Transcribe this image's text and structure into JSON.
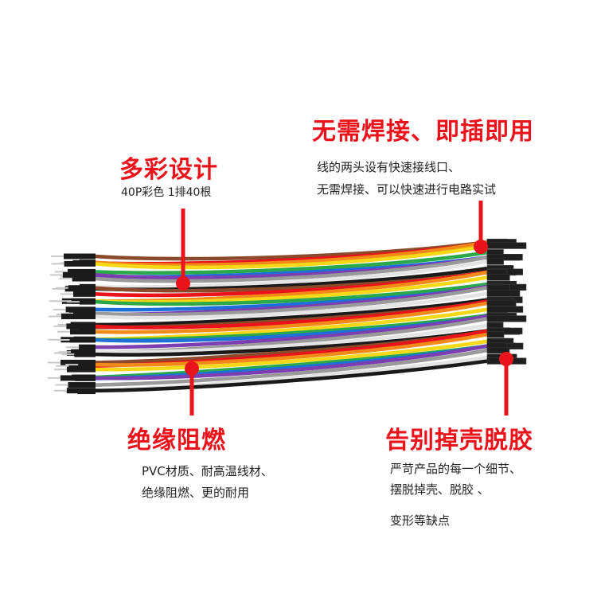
{
  "callouts": {
    "colorful": {
      "title": "多彩设计",
      "desc": "40P彩色 1排40根"
    },
    "no_solder": {
      "title": "无需焊接、即插即用",
      "desc_lines": [
        "线的两头设有快速接线口、",
        "无需焊接、可以快速进行电路实试"
      ]
    },
    "insulation": {
      "title": "绝缘阻燃",
      "desc_lines": [
        "PVC材质、耐高温线材、",
        "绝缘阻燃、更的耐用"
      ]
    },
    "no_shell_drop": {
      "title": "告别掉壳脱胶",
      "desc_lines": [
        "严苛产品的每一个细节、",
        "摆脱掉壳、脱胶 、",
        "变形等缺点"
      ]
    }
  },
  "colors": {
    "accent_red": "#e8131b",
    "wires": [
      "#8b4a2b",
      "#e8131b",
      "#f28a1a",
      "#f5d818",
      "#2aa84a",
      "#1e6fd8",
      "#7b3fb0",
      "#9a9a9a",
      "#f2f2f2",
      "#1a1a1a"
    ]
  }
}
